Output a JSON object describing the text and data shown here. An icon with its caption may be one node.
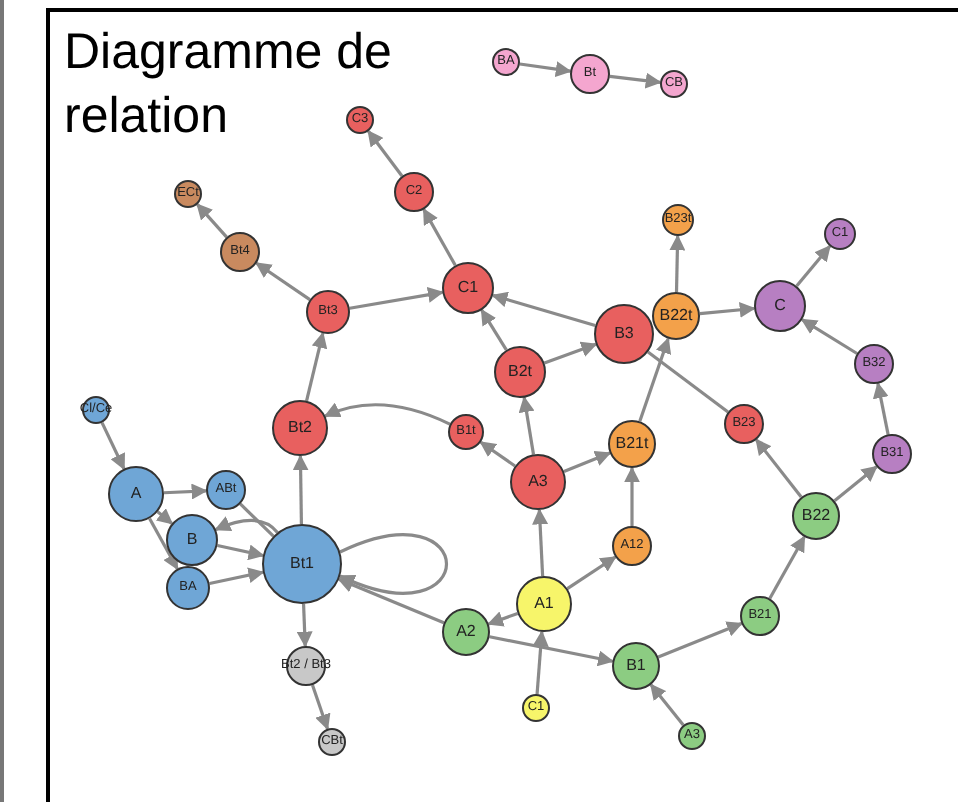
{
  "diagram": {
    "title": "Diagramme de relation",
    "nodes": [
      {
        "text": [
          "BA"
        ]
      },
      {
        "text": [
          "Bt"
        ]
      },
      {
        "text": [
          "CB"
        ]
      },
      {
        "text": [
          "C3"
        ]
      },
      {
        "text": [
          "C2"
        ]
      },
      {
        "text": [
          "ECt"
        ]
      },
      {
        "text": [
          "Bt4"
        ]
      },
      {
        "text": [
          "Bt3"
        ]
      },
      {
        "text": [
          "C1"
        ]
      },
      {
        "text": [
          "B23t"
        ]
      },
      {
        "text": [
          "B3"
        ]
      },
      {
        "text": [
          "B22t"
        ]
      },
      {
        "text": [
          "C"
        ]
      },
      {
        "text": [
          "C1"
        ]
      },
      {
        "text": [
          "B2t"
        ]
      },
      {
        "text": [
          "Bt2"
        ]
      },
      {
        "text": [
          "B1t"
        ]
      },
      {
        "text": [
          "B32"
        ]
      },
      {
        "text": [
          "Cl/Ce"
        ]
      },
      {
        "text": [
          "A"
        ]
      },
      {
        "text": [
          "ABt"
        ]
      },
      {
        "text": [
          "B"
        ]
      },
      {
        "text": [
          "BA"
        ]
      },
      {
        "text": [
          "Bt1"
        ]
      },
      {
        "text": [
          "A3"
        ]
      },
      {
        "text": [
          "B21t"
        ]
      },
      {
        "text": [
          "B23"
        ]
      },
      {
        "text": [
          "B31"
        ]
      },
      {
        "text": [
          "B22"
        ]
      },
      {
        "text": [
          "A12"
        ]
      },
      {
        "text": [
          "A2"
        ]
      },
      {
        "text": [
          "A1"
        ]
      },
      {
        "text": [
          "B21"
        ]
      },
      {
        "text": [
          "Bt2 / Bt3"
        ]
      },
      {
        "text": [
          "B1"
        ]
      },
      {
        "text": [
          "C1"
        ]
      },
      {
        "text": [
          "CBt"
        ]
      },
      {
        "text": [
          "A3"
        ]
      }
    ],
    "edges": [
      {
        "from": 0,
        "to": 1,
        "arrow": "to"
      },
      {
        "from": 1,
        "to": 2,
        "arrow": "to"
      },
      {
        "from": 4,
        "to": 3,
        "arrow": "to"
      },
      {
        "from": 8,
        "to": 4,
        "arrow": "to"
      },
      {
        "from": 7,
        "to": 8,
        "arrow": "to"
      },
      {
        "from": 7,
        "to": 6,
        "arrow": "to"
      },
      {
        "from": 6,
        "to": 5,
        "arrow": "to"
      },
      {
        "from": 15,
        "to": 7,
        "arrow": "to"
      },
      {
        "from": 10,
        "to": 8,
        "arrow": "to"
      },
      {
        "from": 14,
        "to": 8,
        "arrow": "to"
      },
      {
        "from": 14,
        "to": 10,
        "arrow": "to"
      },
      {
        "from": 11,
        "to": 9,
        "arrow": "to"
      },
      {
        "from": 11,
        "to": 12,
        "arrow": "to"
      },
      {
        "from": 12,
        "to": 13,
        "arrow": "to"
      },
      {
        "from": 17,
        "to": 12,
        "arrow": "to"
      },
      {
        "from": 27,
        "to": 17,
        "arrow": "to"
      },
      {
        "from": 28,
        "to": 27,
        "arrow": "to"
      },
      {
        "from": 28,
        "to": 26,
        "arrow": "to"
      },
      {
        "from": 10,
        "to": 26,
        "arrow": "none"
      },
      {
        "from": 25,
        "to": 11,
        "arrow": "to"
      },
      {
        "from": 24,
        "to": 14,
        "arrow": "to"
      },
      {
        "from": 24,
        "to": 16,
        "arrow": "to"
      },
      {
        "from": 24,
        "to": 25,
        "arrow": "to"
      },
      {
        "from": 31,
        "to": 24,
        "arrow": "to"
      },
      {
        "from": 31,
        "to": 29,
        "arrow": "to"
      },
      {
        "from": 29,
        "to": 25,
        "arrow": "to"
      },
      {
        "from": 31,
        "to": 30,
        "arrow": "to"
      },
      {
        "from": 35,
        "to": 31,
        "arrow": "to"
      },
      {
        "from": 30,
        "to": 23,
        "arrow": "to"
      },
      {
        "from": 30,
        "to": 34,
        "arrow": "to"
      },
      {
        "from": 34,
        "to": 32,
        "arrow": "to"
      },
      {
        "from": 32,
        "to": 28,
        "arrow": "to"
      },
      {
        "from": 37,
        "to": 34,
        "arrow": "to"
      },
      {
        "from": 16,
        "to": 15,
        "arrow": "to"
      },
      {
        "from": 23,
        "to": 23,
        "arrow": "to"
      },
      {
        "from": 23,
        "to": 21,
        "arrow": "to"
      },
      {
        "from": 23,
        "to": 15,
        "arrow": "to"
      },
      {
        "from": 23,
        "to": 33,
        "arrow": "to"
      },
      {
        "from": 33,
        "to": 36,
        "arrow": "to"
      },
      {
        "from": 18,
        "to": 19,
        "arrow": "to"
      },
      {
        "from": 19,
        "to": 20,
        "arrow": "to"
      },
      {
        "from": 19,
        "to": 21,
        "arrow": "to"
      },
      {
        "from": 19,
        "to": 22,
        "arrow": "to"
      },
      {
        "from": 21,
        "to": 23,
        "arrow": "to"
      },
      {
        "from": 22,
        "to": 23,
        "arrow": "to"
      },
      {
        "from": 20,
        "to": 23,
        "arrow": "none"
      }
    ]
  }
}
